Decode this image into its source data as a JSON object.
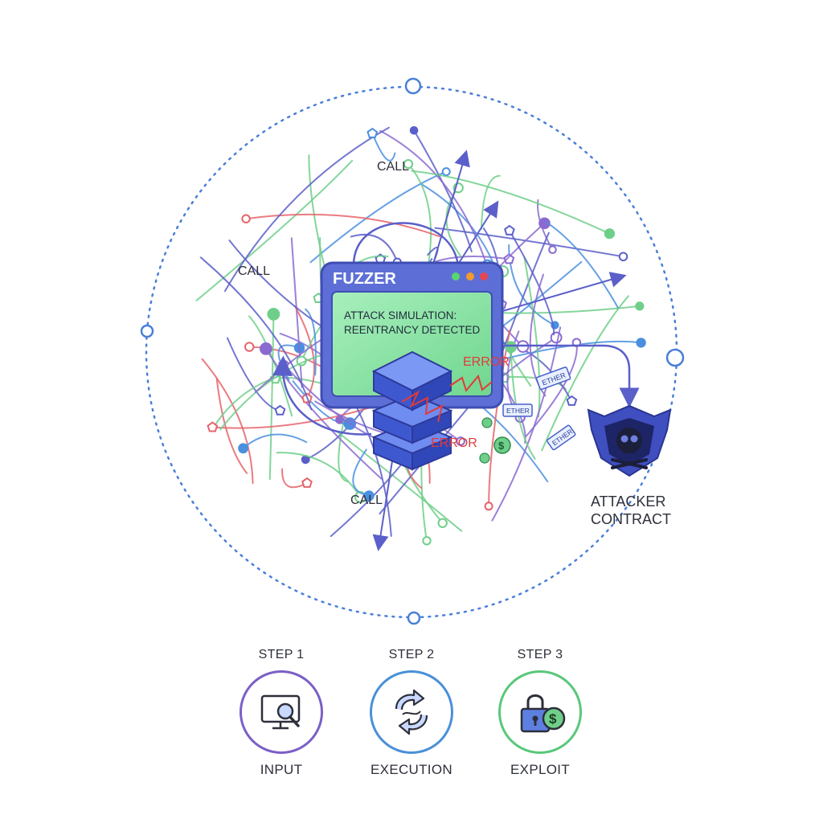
{
  "fuzzer": {
    "title": "FUZZER",
    "line1": "ATTACK SIMULATION:",
    "line2": "REENTRANCY DETECTED"
  },
  "labels": {
    "call_top": "CALL",
    "call_left": "CALL",
    "call_bottom": "CALL",
    "error_1": "ERROR",
    "error_2": "ERROR",
    "ether_1": "ETHER",
    "ether_2": "ETHER",
    "ether_3": "ETHER"
  },
  "attacker": {
    "line1": "ATTACKER",
    "line2": "CONTRACT",
    "icon": "skull-shield-icon"
  },
  "steps": [
    {
      "step": "STEP 1",
      "caption": "INPUT",
      "icon": "monitor-magnifier-icon",
      "color": "#7b5fc7"
    },
    {
      "step": "STEP 2",
      "caption": "EXECUTION",
      "icon": "cycle-arrows-icon",
      "color": "#4a90d9"
    },
    {
      "step": "STEP 3",
      "caption": "EXPLOIT",
      "icon": "lock-dollar-icon",
      "color": "#5ac77a"
    }
  ],
  "colors": {
    "purple": "#8a6ad1",
    "blue": "#4a8fe0",
    "red": "#e5646b",
    "green": "#6fcf8a",
    "indigo": "#5a5fc9",
    "window": "#5d6fd6",
    "screen": "#8ee3a6"
  }
}
